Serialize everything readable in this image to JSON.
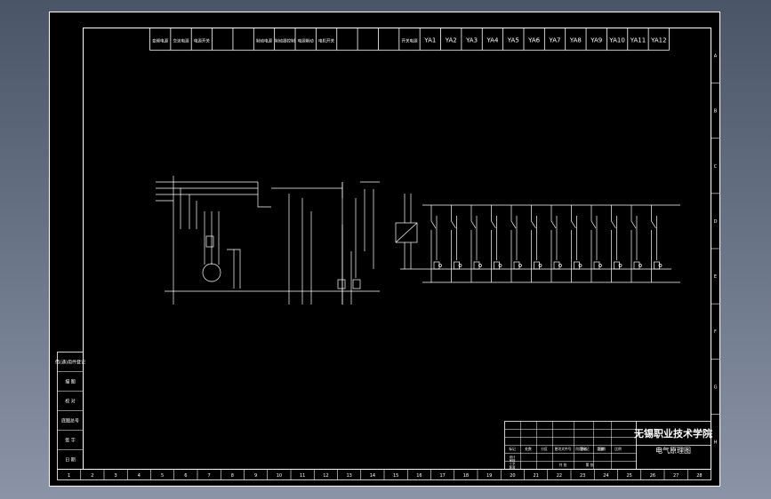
{
  "drawing": {
    "header_cells": [
      "变频电源",
      "交流电源",
      "电源开关",
      "",
      "",
      "制动电源",
      "制动器控制",
      "电源制动",
      "电机开关",
      "",
      "",
      "",
      "开关电源",
      "YA1",
      "YA2",
      "YA3",
      "YA4",
      "YA5",
      "YA6",
      "YA7",
      "YA8",
      "YA9",
      "YA10",
      "YA11",
      "YA12"
    ],
    "col_numbers": [
      "1",
      "2",
      "3",
      "4",
      "5",
      "6",
      "7",
      "8",
      "9",
      "10",
      "11",
      "12",
      "13",
      "14",
      "15",
      "16",
      "17",
      "18",
      "19",
      "20",
      "21",
      "22",
      "23",
      "24",
      "25",
      "26",
      "27",
      "28"
    ],
    "row_letters": [
      "A",
      "B",
      "C",
      "D",
      "E",
      "F",
      "G",
      "H"
    ],
    "left_block": [
      "借(通)用件登记",
      "描 图",
      "校 对",
      "底图总号",
      "签 字",
      "日 期"
    ],
    "title_block": {
      "school": "无锡职业技术学院",
      "drawing_name": "电气原理图",
      "row_labels": [
        "标记",
        "处数",
        "分区",
        "更改文件号",
        "签名",
        "日期"
      ],
      "staff_labels": [
        "设计",
        "审核",
        "工艺",
        "批准"
      ],
      "stage_labels": [
        "阶段标记",
        "重量",
        "比例"
      ],
      "sheet_labels": [
        "共 张",
        "第 张"
      ]
    },
    "colors": {
      "line": "#ffffff",
      "sheet": "#000000",
      "frame": "#ffffff"
    }
  }
}
